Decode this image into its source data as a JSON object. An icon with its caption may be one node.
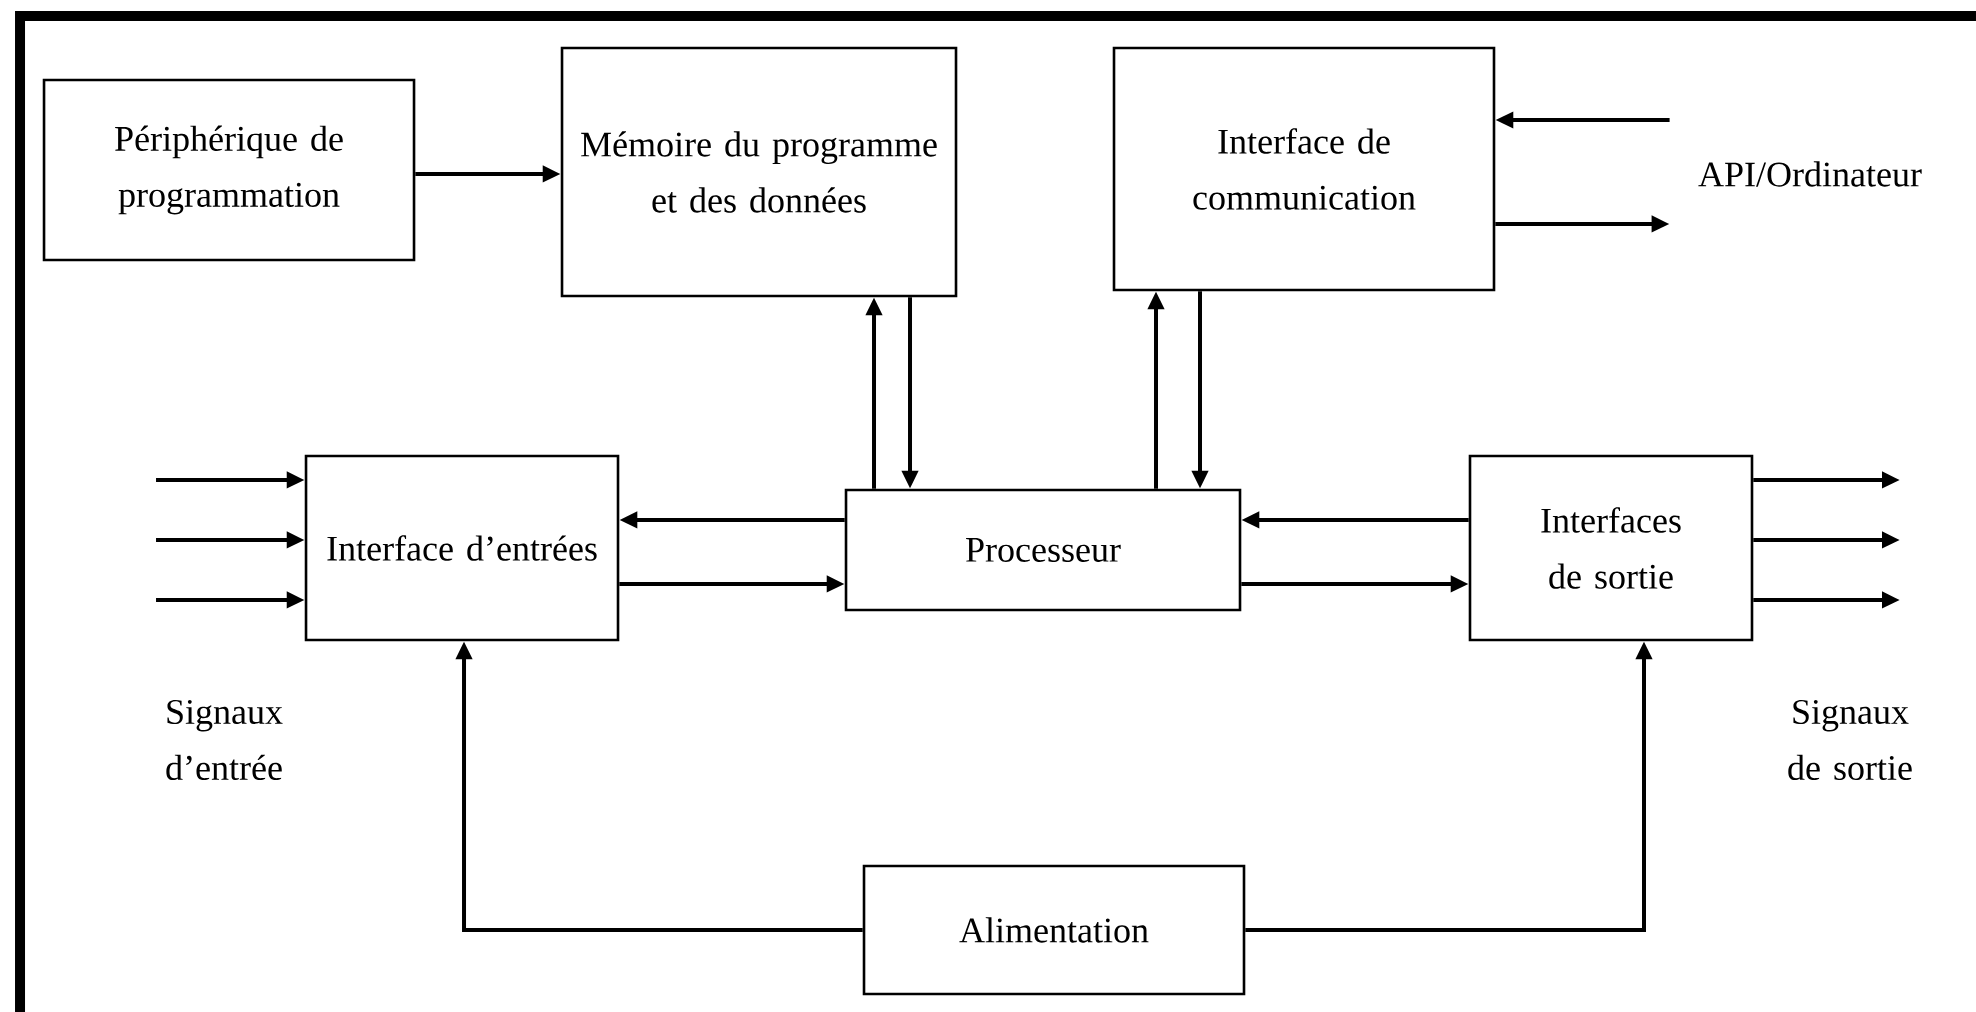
{
  "diagram": {
    "nodes": [
      {
        "text": [
          "Périphérique de programmation"
        ]
      },
      {
        "text": [
          "Mémoire du programme et des données"
        ]
      },
      {
        "text": [
          "Interface de communication"
        ]
      },
      {
        "text": [
          "API/Ordinateur"
        ]
      },
      {
        "text": [
          "Interface d’entrées"
        ]
      },
      {
        "text": [
          "Processeur"
        ]
      },
      {
        "text": [
          "Interfaces de sortie"
        ]
      },
      {
        "text": [
          "Alimentation"
        ]
      }
    ],
    "edges": [
      {
        "from": 0,
        "to": 1,
        "arrow": "to"
      },
      {
        "from": 5,
        "to": 1,
        "arrow": "to"
      },
      {
        "from": 1,
        "to": 5,
        "arrow": "to"
      },
      {
        "from": 5,
        "to": 2,
        "arrow": "to"
      },
      {
        "from": 2,
        "to": 5,
        "arrow": "to"
      },
      {
        "from": 5,
        "to": 4,
        "arrow": "to"
      },
      {
        "from": 4,
        "to": 5,
        "arrow": "to"
      },
      {
        "from": 6,
        "to": 5,
        "arrow": "to"
      },
      {
        "from": 5,
        "to": 6,
        "arrow": "to"
      },
      {
        "from": 7,
        "to": 4,
        "arrow": "to"
      },
      {
        "from": 7,
        "to": 6,
        "arrow": "to"
      },
      {
        "from": 3,
        "to": 2,
        "arrow": "to"
      },
      {
        "from": 2,
        "to": 3,
        "arrow": "to"
      },
      {
        "from": null,
        "to": 4,
        "arrow": "to"
      },
      {
        "from": null,
        "to": 4,
        "arrow": "to"
      },
      {
        "from": null,
        "to": 4,
        "arrow": "to"
      },
      {
        "from": 6,
        "to": null,
        "arrow": "to"
      },
      {
        "from": 6,
        "to": null,
        "arrow": "to"
      },
      {
        "from": 6,
        "to": null,
        "arrow": "to"
      }
    ],
    "labels": [
      "Signaux d’entrée",
      "Signaux de sortie"
    ]
  }
}
